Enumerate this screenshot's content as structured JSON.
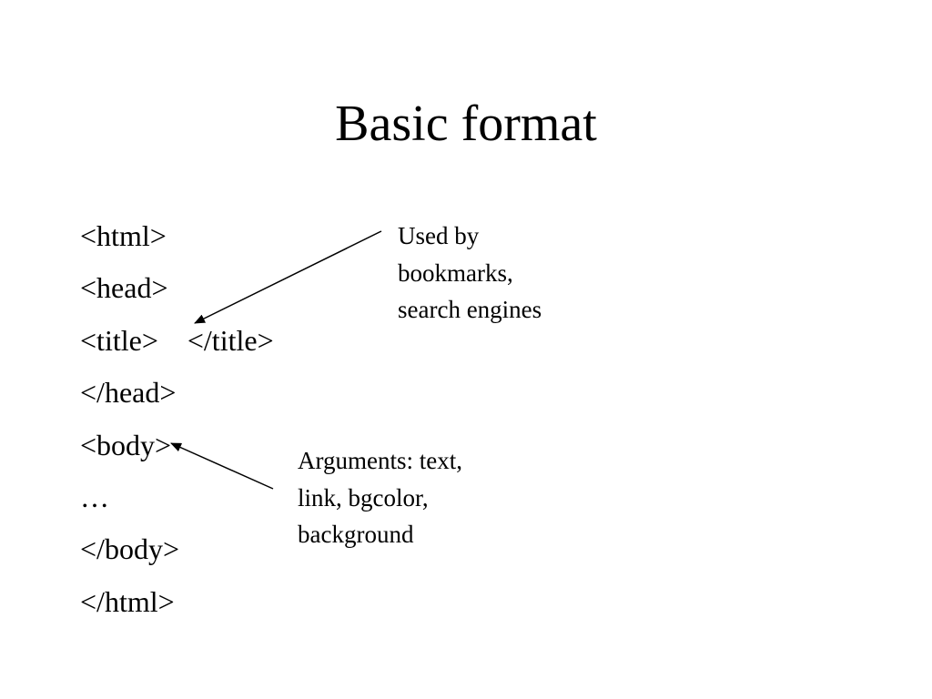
{
  "slide": {
    "title": "Basic format",
    "code_lines": [
      "<html>",
      "<head>",
      "<title>    </title>",
      "</head>",
      "<body>",
      "…",
      "</body>",
      "</html>"
    ],
    "notes": {
      "title_note": [
        "Used by",
        "bookmarks,",
        "search engines"
      ],
      "body_note": [
        "Arguments: text,",
        "link, bgcolor,",
        "background"
      ]
    }
  }
}
